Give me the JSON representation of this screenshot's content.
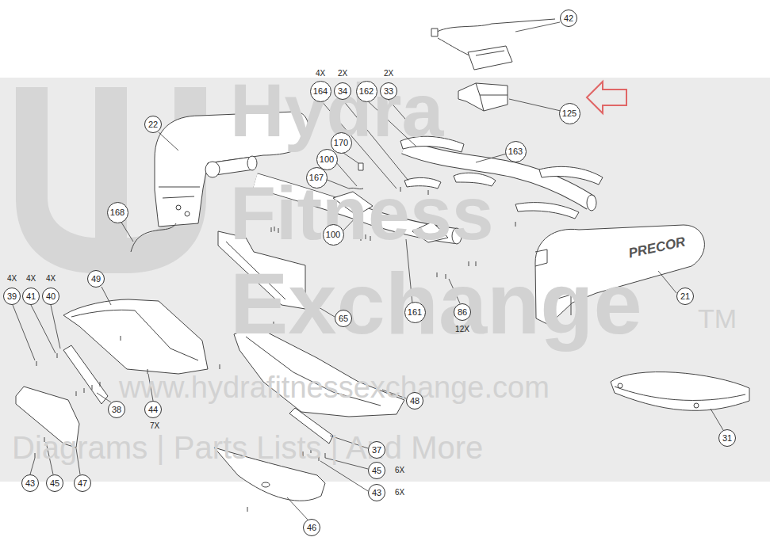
{
  "diagram": {
    "nodes": [
      {
        "text": [
          "42"
        ]
      },
      {
        "text": [
          "164"
        ]
      },
      {
        "text": [
          "34"
        ]
      },
      {
        "text": [
          "162"
        ]
      },
      {
        "text": [
          "33"
        ]
      },
      {
        "text": [
          "125"
        ]
      },
      {
        "text": [
          "22"
        ]
      },
      {
        "text": [
          "170"
        ]
      },
      {
        "text": [
          "163"
        ]
      },
      {
        "text": [
          "100"
        ]
      },
      {
        "text": [
          "167"
        ]
      },
      {
        "text": [
          "168"
        ]
      },
      {
        "text": [
          "100"
        ]
      },
      {
        "text": [
          "49"
        ]
      },
      {
        "text": [
          "39"
        ]
      },
      {
        "text": [
          "41"
        ]
      },
      {
        "text": [
          "40"
        ]
      },
      {
        "text": [
          "21"
        ]
      },
      {
        "text": [
          "161"
        ]
      },
      {
        "text": [
          "86"
        ]
      },
      {
        "text": [
          "65"
        ]
      },
      {
        "text": [
          "48"
        ]
      },
      {
        "text": [
          "38"
        ]
      },
      {
        "text": [
          "44"
        ]
      },
      {
        "text": [
          "31"
        ]
      },
      {
        "text": [
          "37"
        ]
      },
      {
        "text": [
          "45"
        ]
      },
      {
        "text": [
          "43"
        ]
      },
      {
        "text": [
          "45"
        ]
      },
      {
        "text": [
          "47"
        ]
      },
      {
        "text": [
          "43"
        ]
      },
      {
        "text": [
          "46"
        ]
      }
    ],
    "labels": [
      "Hydra",
      "Fitness",
      "Exchange",
      "TM",
      "www.hydrafitnessexchange.com",
      "Diagrams | Parts Lists | And More",
      "4X",
      "2X",
      "2X",
      "4X",
      "4X",
      "4X",
      "12X",
      "7X",
      "6X",
      "6X",
      "PRECOR"
    ]
  }
}
